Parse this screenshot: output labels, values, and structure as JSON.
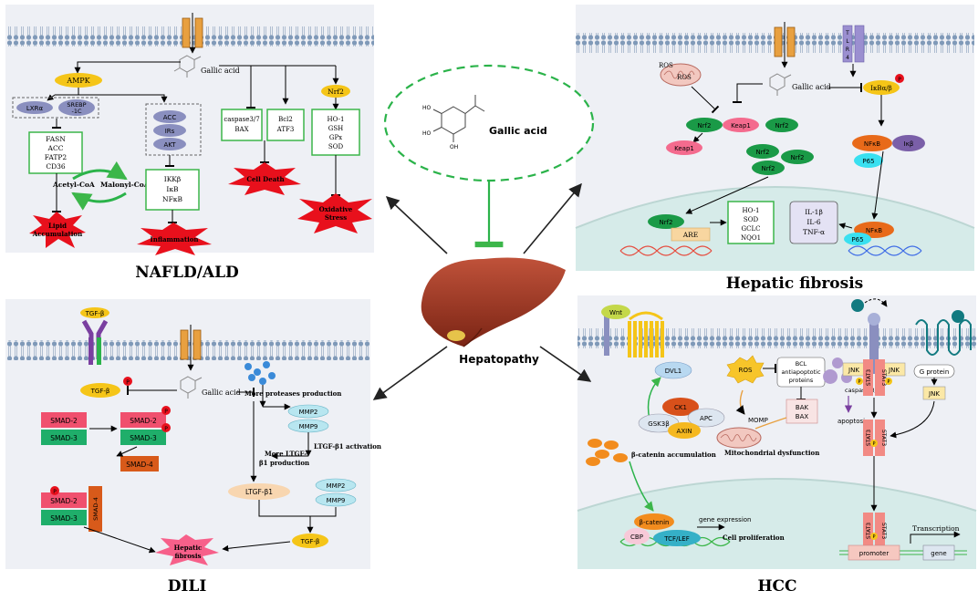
{
  "center": {
    "compound": "Gallic acid",
    "organ": "Hepatopathy"
  },
  "panel_titles": {
    "nafld": "NAFLD/ALD",
    "fibrosis": "Hepatic fibrosis",
    "dili": "DILI",
    "hcc": "HCC"
  },
  "colors": {
    "membrane_head": "#7f99b8",
    "panel_bg": "#eef0f5",
    "nucleus": "#d6ebe9",
    "green_box": "#3cb64a",
    "burst": "#e8101c",
    "nrf2": "#1a9a47",
    "keap1": "#f46b8e",
    "lxr": "#8a8fbf",
    "ampk": "#f5c518",
    "smad2": "#f0506e",
    "smad3": "#1fae6a",
    "smad4": "#d85a1a",
    "tgf": "#f5c518",
    "mmp": "#b8e6f0",
    "ltgf": "#f8d6b0",
    "stat3": "#f28a84",
    "jnk": "#fbe8a6",
    "ros": "#f7c52a",
    "betacat": "#f28c1e",
    "tcf": "#35b0c7"
  },
  "nafld": {
    "gallic_acid": "Gallic acid",
    "ampk": "AMPK",
    "lxr": "LXRα",
    "srebp": [
      "SREBP",
      "-1C"
    ],
    "box1": [
      "FASN",
      "ACC",
      "FATP2",
      "CD36"
    ],
    "acetyl": "Acetyl-CoA",
    "malonyl": "Malonyl-CoA",
    "acc_group": [
      "ACC",
      "IRs",
      "AKT"
    ],
    "box2": [
      "IKKβ",
      "IκB",
      "NFκB"
    ],
    "box3": [
      "caspase3/7",
      "BAX"
    ],
    "box4": [
      "Bcl2",
      "ATF3"
    ],
    "nrf2": "Nrf2",
    "box5": [
      "HO-1",
      "GSH",
      "GPx",
      "SOD"
    ],
    "lipid": [
      "Lipid",
      "Accumulation"
    ],
    "inflammation": "Inflammation",
    "cell_death": "Cell Death",
    "oxidative": [
      "Oxidative",
      "Stress"
    ]
  },
  "fibrosis": {
    "ros1": "ROS",
    "ros2": "ROS",
    "tlr4": [
      "T",
      "L",
      "R",
      "4"
    ],
    "gallic_acid": "Gallic acid",
    "ikb": "IκBα/β",
    "p": "P",
    "nrf2": "Nrf2",
    "keap1": "Keap1",
    "nfkb": "NFκB",
    "ikbeta": "Iκβ",
    "p65": "P65",
    "are": "ARE",
    "targets": [
      "HO-1",
      "SOD",
      "GCLC",
      "NQO1"
    ],
    "cytokines": [
      "IL-1β",
      "IL-6",
      "TNF-α"
    ]
  },
  "dili": {
    "tgf": "TGF-β",
    "gallic_acid": "Gallic acid",
    "proteases": "More proteases production",
    "mmp2": "MMP2",
    "mmp9": "MMP9",
    "ltgf_activation": "LTGF-β1 activation",
    "more_ltgf": [
      "More LTGF-",
      "β1 production"
    ],
    "ltgf": "LTGF-β1",
    "smad2": "SMAD-2",
    "smad3": "SMAD-3",
    "smad4": "SMAD-4",
    "p": "P",
    "hepatic_fibrosis": [
      "Hepatic",
      "fibrosis"
    ]
  },
  "hcc": {
    "wnt": "Wnt",
    "dvl1": "DVL1",
    "ros": "ROS",
    "bcl": [
      "BCL",
      "antiapoptotic",
      "proteins"
    ],
    "bak": [
      "BAK",
      "BAX"
    ],
    "caspase": "caspase 3/9",
    "apoptosis": "apoptosis",
    "ck1": "CK1",
    "apc": "APC",
    "gsk3b": "GSK3β",
    "axin": "AXIN",
    "momp": "MOMP",
    "mito": "Mitochondrial dysfunction",
    "bcat_acc": "β-catenin accumulation",
    "jnk": "JNK",
    "stat3": "STAT3",
    "p": "P",
    "gprotein": "G protein",
    "bcatenin": "β-catenin",
    "cbp": "CBP",
    "tcf": "TCF/LEF",
    "gene_expr": "gene expression",
    "cell_prolif": "Cell proliferation",
    "promoter": "promoter",
    "gene": "gene",
    "transcription": "Transcription"
  }
}
